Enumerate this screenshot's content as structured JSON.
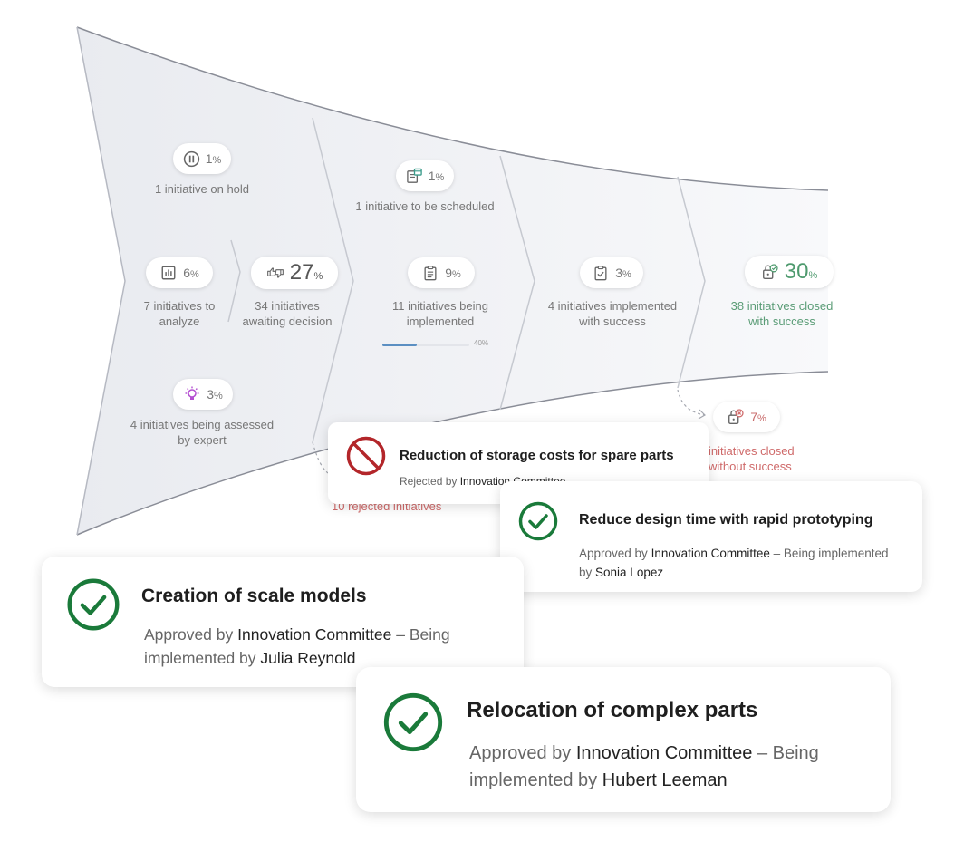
{
  "funnel": {
    "stages": [
      {
        "pct": "1",
        "label": "1 initiative on hold",
        "icon": "pause-icon"
      },
      {
        "pct": "6",
        "label": "7 initiatives to analyze",
        "icon": "chart-icon"
      },
      {
        "pct": "27",
        "label": "34 initiatives awaiting decision",
        "icon": "thumbs-icon"
      },
      {
        "pct": "3",
        "label": "4 initiatives being assessed by expert",
        "icon": "lightbulb-icon"
      },
      {
        "pct": "1",
        "label": "1 initiative to be scheduled",
        "icon": "calendar-icon"
      },
      {
        "pct": "9",
        "label": "11 initiatives being implemented",
        "icon": "clipboard-icon"
      },
      {
        "pct": "3",
        "label": "4 initiatives implemented with success",
        "icon": "clipboard-check-icon"
      },
      {
        "pct": "30",
        "label": "38 initiatives closed with success",
        "icon": "lock-check-icon"
      },
      {
        "pct": "7",
        "label": "initiatives closed without success",
        "icon": "lock-x-icon"
      },
      {
        "label": "10 rejected initiatives"
      }
    ],
    "pct_suffix": "%",
    "implementation_progress": {
      "value": 0.4,
      "label": "40%"
    },
    "colors": {
      "success": "#4e9a6e",
      "failure": "#cf6a6a",
      "approved": "#1a7a3a",
      "rejected": "#b3262a"
    }
  },
  "cards": [
    {
      "title": "Reduction of storage costs for spare parts",
      "prefix": "Rejected by",
      "committee": "Innovation Committee",
      "status_icon": "rejected-icon"
    },
    {
      "title": "Reduce design time with rapid prototyping",
      "prefix": "Approved by",
      "committee": "Innovation Committee",
      "mid": "– Being implemented",
      "by": "by",
      "person": "Sonia Lopez",
      "status_icon": "approved-check-icon"
    },
    {
      "title": "Creation of scale models",
      "prefix": "Approved by",
      "committee": "Innovation Committee",
      "mid": "– Being",
      "by": "implemented by",
      "person": "Julia Reynold",
      "status_icon": "approved-check-icon"
    },
    {
      "title": "Relocation of complex parts",
      "prefix": "Approved by",
      "committee": "Innovation Committee",
      "mid": "– Being",
      "by": "implemented by",
      "person": "Hubert Leeman",
      "status_icon": "approved-check-icon"
    }
  ]
}
